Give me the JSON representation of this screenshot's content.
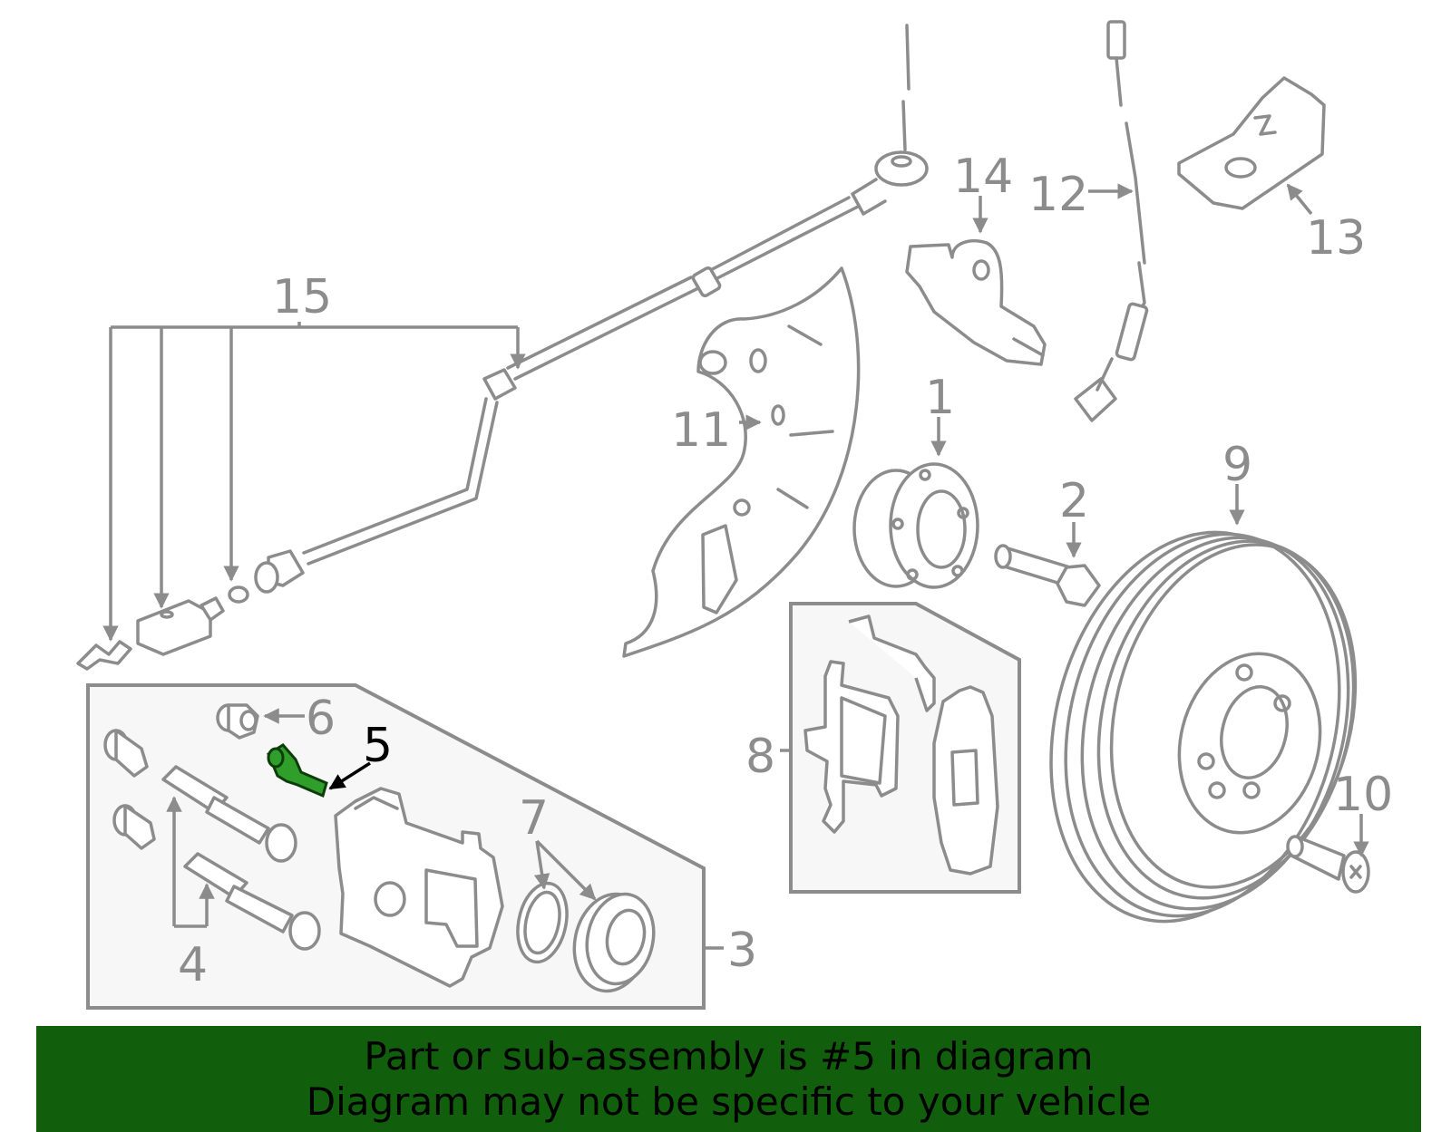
{
  "callouts": {
    "c1": "1",
    "c2": "2",
    "c3": "3",
    "c4": "4",
    "c5": "5",
    "c6": "6",
    "c7": "7",
    "c8": "8",
    "c9": "9",
    "c10": "10",
    "c11": "11",
    "c12": "12",
    "c13": "13",
    "c14": "14",
    "c15": "15"
  },
  "highlighted_part": "5",
  "colors": {
    "line": "#8c8c8c",
    "highlight_part": "#2f9e2a",
    "banner_bg": "#115f0c",
    "banner_text": "#000000",
    "box_fill": "#f7f7f7"
  },
  "banner": {
    "line1": "Part or sub-assembly is #5 in diagram",
    "line2": "Diagram may not be specific to your vehicle"
  }
}
